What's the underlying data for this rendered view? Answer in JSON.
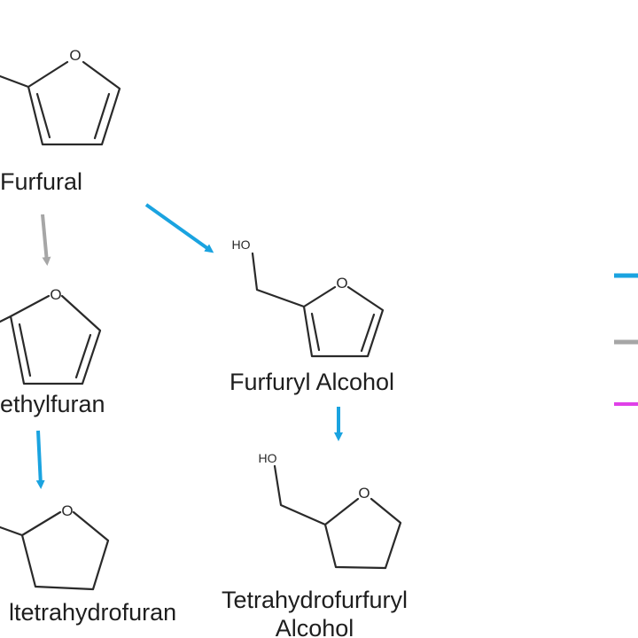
{
  "compounds": {
    "furfural": {
      "name": "Furfural",
      "ring_atom": "O"
    },
    "methylfuran": {
      "name": "ethylfuran",
      "ring_atom": "O"
    },
    "methyltetrahydrofuran": {
      "name": "ltetrahydrofuran",
      "ring_atom": "O"
    },
    "furfuryl_alcohol": {
      "name": "Furfuryl Alcohol",
      "ring_atom": "O",
      "hydroxyl": "HO"
    },
    "tetrahydrofurfuryl_alcohol": {
      "name_line1": "Tetrahydrofurfuryl",
      "name_line2": "Alcohol",
      "ring_atom": "O",
      "hydroxyl": "HO"
    }
  },
  "arrows": [
    {
      "from": "furfural",
      "to": "methylfuran",
      "color": "#a6a6a6"
    },
    {
      "from": "furfural",
      "to": "furfuryl_alcohol",
      "color": "#1aa3e0"
    },
    {
      "from": "methylfuran",
      "to": "methyltetrahydrofuran",
      "color": "#1aa3e0"
    },
    {
      "from": "furfuryl_alcohol",
      "to": "tetrahydrofurfuryl_alcohol",
      "color": "#1aa3e0"
    }
  ],
  "legend": [
    {
      "color": "#1aa3e0"
    },
    {
      "color": "#a6a6a6"
    },
    {
      "color": "#e040e8"
    }
  ]
}
